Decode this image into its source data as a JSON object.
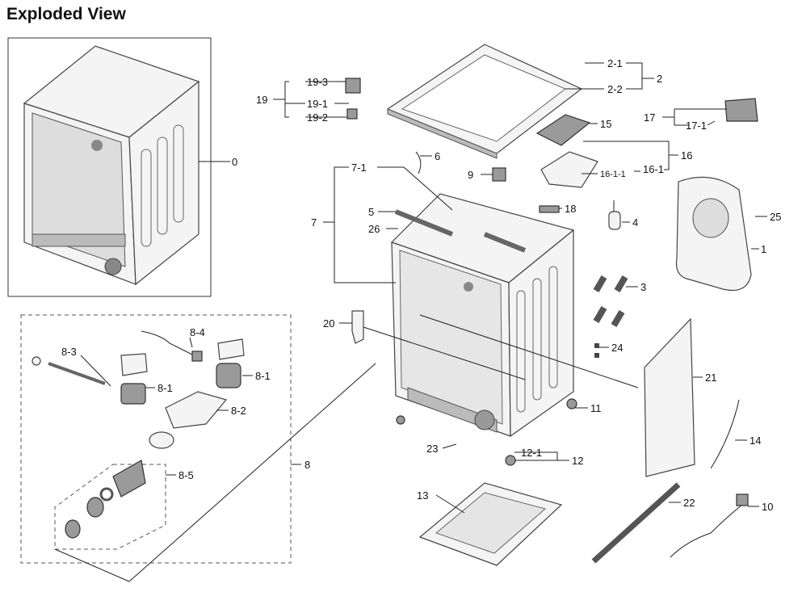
{
  "title": "Exploded View",
  "labels": {
    "l0": "0",
    "l1": "1",
    "l2": "2",
    "l2_1": "2-1",
    "l2_2": "2-2",
    "l3": "3",
    "l4": "4",
    "l5": "5",
    "l6": "6",
    "l7": "7",
    "l7_1": "7-1",
    "l8": "8",
    "l8_1a": "8-1",
    "l8_1b": "8-1",
    "l8_2": "8-2",
    "l8_3": "8-3",
    "l8_4": "8-4",
    "l8_5": "8-5",
    "l9": "9",
    "l10": "10",
    "l11": "11",
    "l12": "12",
    "l12_1": "12-1",
    "l13": "13",
    "l14": "14",
    "l15": "15",
    "l16": "16",
    "l16_1": "16-1",
    "l16_1_1": "16-1-1",
    "l17": "17",
    "l17_1": "17-1",
    "l18": "18",
    "l19": "19",
    "l19_1": "19-1",
    "l19_2": "19-2",
    "l19_3": "19-3",
    "l20": "20",
    "l21": "21",
    "l22": "22",
    "l23": "23",
    "l24": "24",
    "l25": "25",
    "l26": "26"
  }
}
